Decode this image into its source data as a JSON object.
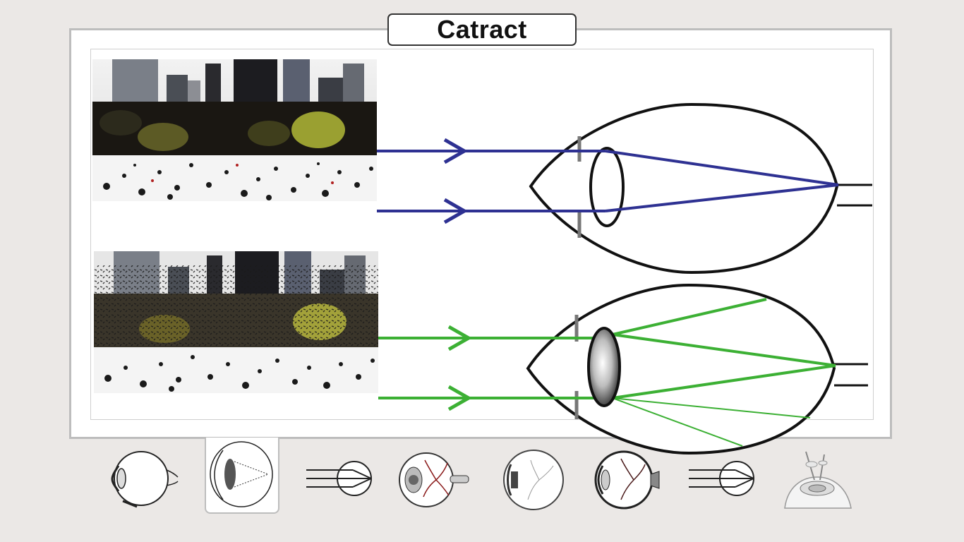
{
  "title": "Catract",
  "colors": {
    "normal_ray": "#2e3192",
    "cataract_ray": "#3cb034",
    "outline": "#111111",
    "panel_border": "#bdbdbd",
    "background": "#ebe8e6"
  },
  "rows": [
    {
      "name": "normal-vision",
      "photo": "city-park-clear"
    },
    {
      "name": "cataract-vision",
      "photo": "city-park-blurred"
    }
  ],
  "thumbnails": [
    {
      "name": "eye-anatomy-icon",
      "active": false
    },
    {
      "name": "cataract-lens-icon",
      "active": true
    },
    {
      "name": "eye-ray-diagram-icon",
      "active": false
    },
    {
      "name": "retina-vessels-icon",
      "active": false
    },
    {
      "name": "retina-detachment-icon",
      "active": false
    },
    {
      "name": "eye-cross-section-icon",
      "active": false
    },
    {
      "name": "eye-ray-diagram-2-icon",
      "active": false
    },
    {
      "name": "lens-implant-icon",
      "active": false
    }
  ]
}
